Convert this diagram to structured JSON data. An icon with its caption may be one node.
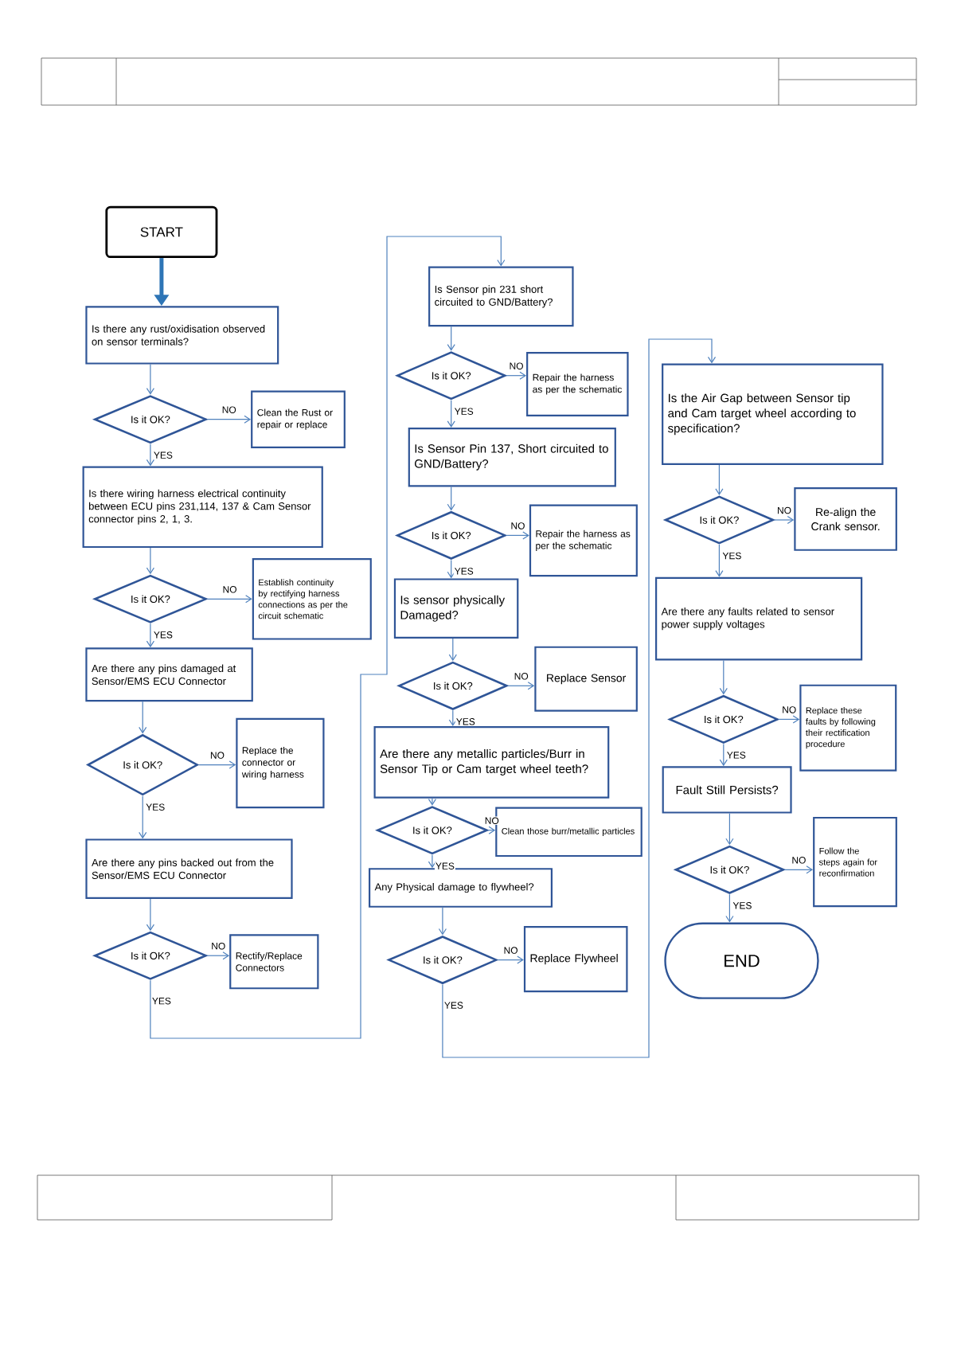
{
  "diagram": {
    "nodes": [
      {
        "text": [
          "START"
        ]
      },
      {
        "text": [
          "Is there any rust/oxidisation observed on sensor terminals?"
        ]
      },
      {
        "text": [
          "Is it OK?"
        ]
      },
      {
        "text": [
          "Clean the Rust or repair or replace"
        ]
      },
      {
        "text": [
          "Is there wiring harness electrical continuity between ECU pins 231,114, 137 & Cam Sensor connector pins 2, 1, 3."
        ]
      },
      {
        "text": [
          "Is it OK?"
        ]
      },
      {
        "text": [
          "Establish continuity by rectifying harness connections as per the circuit schematic"
        ]
      },
      {
        "text": [
          "Are there any pins damaged at Sensor/EMS ECU Connector"
        ]
      },
      {
        "text": [
          "Is it OK?"
        ]
      },
      {
        "text": [
          "Replace the connector or wiring harness"
        ]
      },
      {
        "text": [
          "Are there any pins backed out from the Sensor/EMS ECU Connector"
        ]
      },
      {
        "text": [
          "Is it OK?"
        ]
      },
      {
        "text": [
          "Rectify/Replace Connectors"
        ]
      },
      {
        "text": [
          "Is Sensor pin 231 short circuited to GND/Battery?"
        ]
      },
      {
        "text": [
          "Is it OK?"
        ]
      },
      {
        "text": [
          "Repair the harness as per the schematic"
        ]
      },
      {
        "text": [
          "Is Sensor Pin 137, Short circuited to GND/Battery?"
        ]
      },
      {
        "text": [
          "Is it OK?"
        ]
      },
      {
        "text": [
          "Repair the harness as per the schematic"
        ]
      },
      {
        "text": [
          "Is sensor physically Damaged?"
        ]
      },
      {
        "text": [
          "Is it OK?"
        ]
      },
      {
        "text": [
          "Replace Sensor"
        ]
      },
      {
        "text": [
          "Are there any metallic particles/Burr in Sensor Tip or Cam target wheel teeth?"
        ]
      },
      {
        "text": [
          "Is it OK?"
        ]
      },
      {
        "text": [
          "Clean those burr/metallic particles"
        ]
      },
      {
        "text": [
          "Any Physical damage to flywheel?"
        ]
      },
      {
        "text": [
          "Is it OK?"
        ]
      },
      {
        "text": [
          "Replace Flywheel"
        ]
      },
      {
        "text": [
          "Is the Air Gap between Sensor tip and Cam target wheel according to specification?"
        ]
      },
      {
        "text": [
          "Is it OK?"
        ]
      },
      {
        "text": [
          "Re-align the Crank sensor."
        ]
      },
      {
        "text": [
          "Are there any faults related to sensor power supply voltages"
        ]
      },
      {
        "text": [
          "Is it OK?"
        ]
      },
      {
        "text": [
          "Replace these faults by following their rectification procedure"
        ]
      },
      {
        "text": [
          "Fault Still Persists?"
        ]
      },
      {
        "text": [
          "Is it OK?"
        ]
      },
      {
        "text": [
          "Follow the steps again for reconfirmation"
        ]
      },
      {
        "text": [
          "END"
        ]
      }
    ],
    "edges": [
      {
        "from": 0,
        "to": 1,
        "arrow": "to",
        "style": "thick",
        "color": "#2e75b6"
      },
      {
        "from": 1,
        "to": 2,
        "arrow": "to"
      },
      {
        "from": 2,
        "to": 3,
        "arrow": "to",
        "label": "NO"
      },
      {
        "from": 2,
        "to": 4,
        "arrow": "to",
        "label": "YES"
      },
      {
        "from": 4,
        "to": 5,
        "arrow": "to"
      },
      {
        "from": 5,
        "to": 6,
        "arrow": "to",
        "label": "NO"
      },
      {
        "from": 5,
        "to": 7,
        "arrow": "to",
        "label": "YES"
      },
      {
        "from": 7,
        "to": 8,
        "arrow": "to"
      },
      {
        "from": 8,
        "to": 9,
        "arrow": "to",
        "label": "NO"
      },
      {
        "from": 8,
        "to": 10,
        "arrow": "to",
        "label": "YES"
      },
      {
        "from": 10,
        "to": 11,
        "arrow": "to"
      },
      {
        "from": 11,
        "to": 12,
        "arrow": "to",
        "label": "NO"
      },
      {
        "from": 11,
        "to": 13,
        "arrow": "to",
        "label": "YES"
      },
      {
        "from": 13,
        "to": 14,
        "arrow": "to"
      },
      {
        "from": 14,
        "to": 15,
        "arrow": "to",
        "label": "NO"
      },
      {
        "from": 14,
        "to": 16,
        "arrow": "to",
        "label": "YES"
      },
      {
        "from": 16,
        "to": 17,
        "arrow": "to"
      },
      {
        "from": 17,
        "to": 18,
        "arrow": "to",
        "label": "NO"
      },
      {
        "from": 17,
        "to": 19,
        "arrow": "to",
        "label": "YES"
      },
      {
        "from": 19,
        "to": 20,
        "arrow": "to"
      },
      {
        "from": 20,
        "to": 21,
        "arrow": "to",
        "label": "NO"
      },
      {
        "from": 20,
        "to": 22,
        "arrow": "to",
        "label": "YES"
      },
      {
        "from": 22,
        "to": 23,
        "arrow": "to"
      },
      {
        "from": 23,
        "to": 24,
        "arrow": "to",
        "label": "NO"
      },
      {
        "from": 23,
        "to": 25,
        "arrow": "to",
        "label": "YES"
      },
      {
        "from": 25,
        "to": 26,
        "arrow": "to"
      },
      {
        "from": 26,
        "to": 27,
        "arrow": "to",
        "label": "NO"
      },
      {
        "from": 26,
        "to": 28,
        "arrow": "to",
        "label": "YES"
      },
      {
        "from": 28,
        "to": 29,
        "arrow": "to"
      },
      {
        "from": 29,
        "to": 30,
        "arrow": "to",
        "label": "NO"
      },
      {
        "from": 29,
        "to": 31,
        "arrow": "to",
        "label": "YES"
      },
      {
        "from": 31,
        "to": 32,
        "arrow": "to"
      },
      {
        "from": 32,
        "to": 33,
        "arrow": "to",
        "label": "NO"
      },
      {
        "from": 32,
        "to": 34,
        "arrow": "to",
        "label": "YES"
      },
      {
        "from": 34,
        "to": 35,
        "arrow": "to"
      },
      {
        "from": 35,
        "to": 36,
        "arrow": "to",
        "label": "NO"
      },
      {
        "from": 35,
        "to": 37,
        "arrow": "to",
        "label": "YES"
      }
    ]
  }
}
